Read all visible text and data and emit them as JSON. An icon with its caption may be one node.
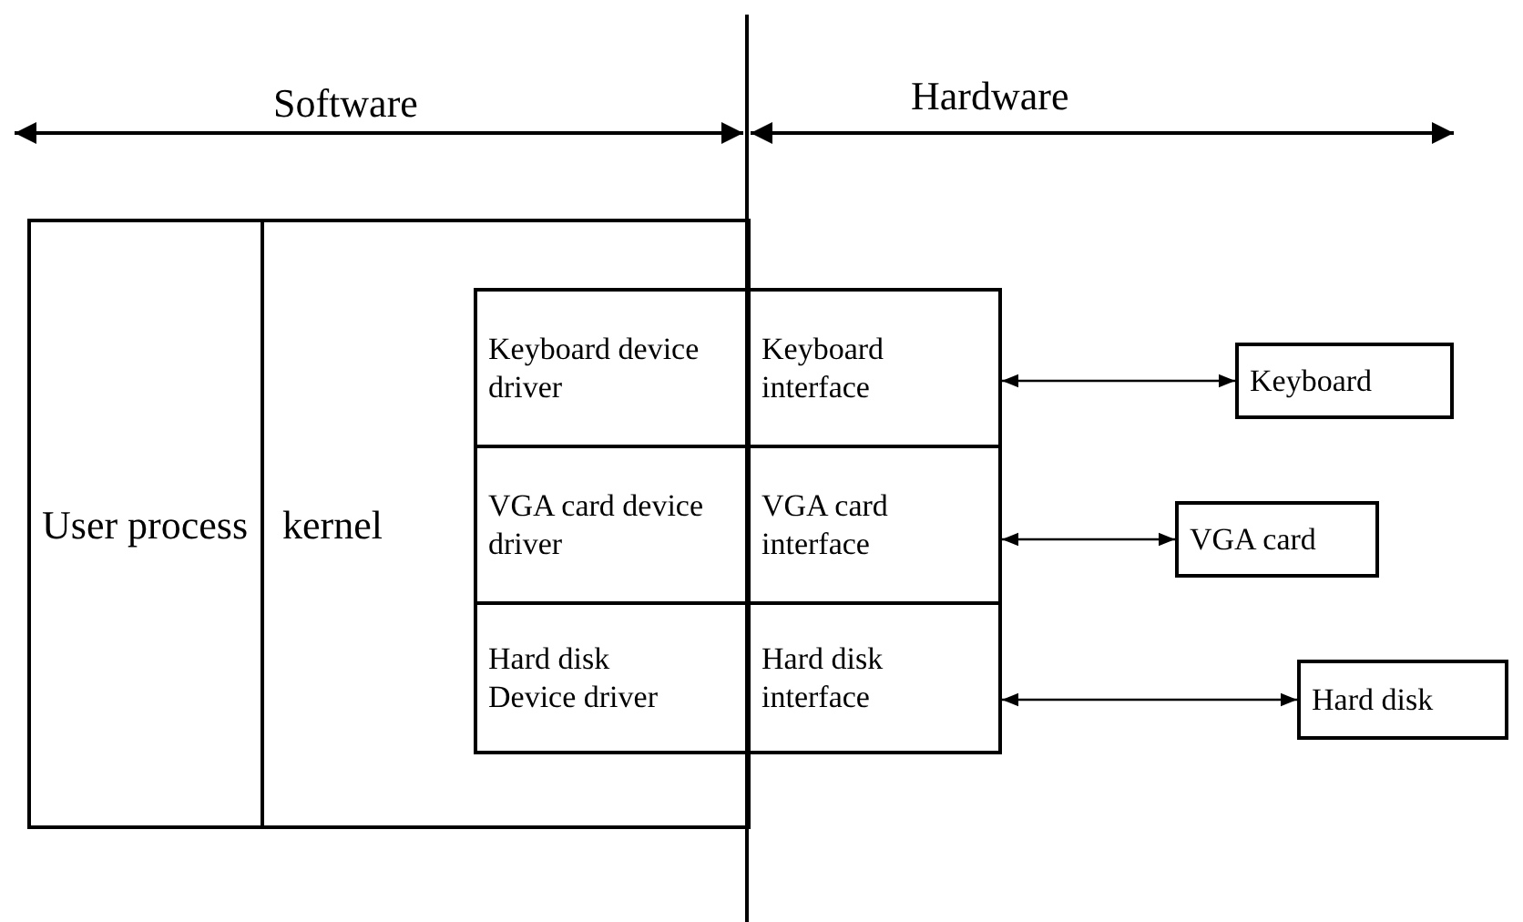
{
  "diagram": {
    "nodes": [
      {
        "text": [
          "User process"
        ]
      },
      {
        "text": [
          "kernel"
        ]
      },
      {
        "text": [
          "Keyboard device driver"
        ],
        "in": 1
      },
      {
        "text": [
          "VGA card device driver"
        ],
        "in": 1
      },
      {
        "text": [
          "Hard disk Device driver"
        ],
        "in": 1
      },
      {
        "text": [
          "Keyboard interface"
        ]
      },
      {
        "text": [
          "VGA card interface"
        ]
      },
      {
        "text": [
          "Hard disk interface"
        ]
      },
      {
        "text": [
          "Keyboard"
        ]
      },
      {
        "text": [
          "VGA card"
        ]
      },
      {
        "text": [
          "Hard disk"
        ]
      }
    ],
    "edges": [
      {
        "from": 5,
        "to": 8,
        "arrow": "both"
      },
      {
        "from": 6,
        "to": 9,
        "arrow": "both"
      },
      {
        "from": 7,
        "to": 10,
        "arrow": "both"
      }
    ],
    "labels": [
      "Software",
      "Hardware"
    ]
  }
}
